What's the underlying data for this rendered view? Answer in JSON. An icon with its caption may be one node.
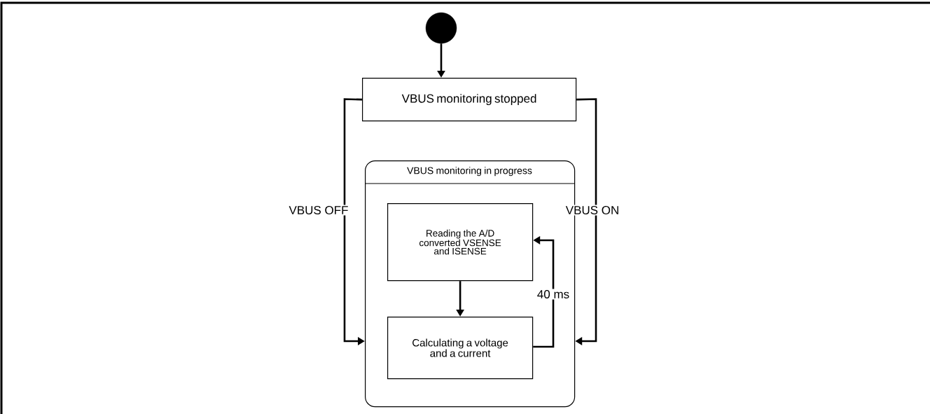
{
  "diagram": {
    "nodes": [
      {
        "text": [],
        "shape": "circle"
      },
      {
        "text": [
          "VBUS monitoring stopped"
        ]
      },
      {
        "text": [
          "VBUS monitoring in progress"
        ]
      },
      {
        "text": [
          "Reading the A/D converted VSENSE and ISENSE"
        ],
        "in": 2
      },
      {
        "text": [
          "Calculating a voltage and a current"
        ],
        "in": 2
      }
    ],
    "edges": [
      {
        "from": 0,
        "to": 1,
        "arrow": "to"
      },
      {
        "from": 1,
        "to": 2,
        "arrow": "to",
        "label": "VBUS OFF"
      },
      {
        "from": 1,
        "to": 2,
        "arrow": "to",
        "label": "VBUS ON"
      },
      {
        "from": 3,
        "to": 4,
        "arrow": "to"
      },
      {
        "from": 4,
        "to": 3,
        "arrow": "to",
        "label": "40 ms"
      }
    ]
  }
}
